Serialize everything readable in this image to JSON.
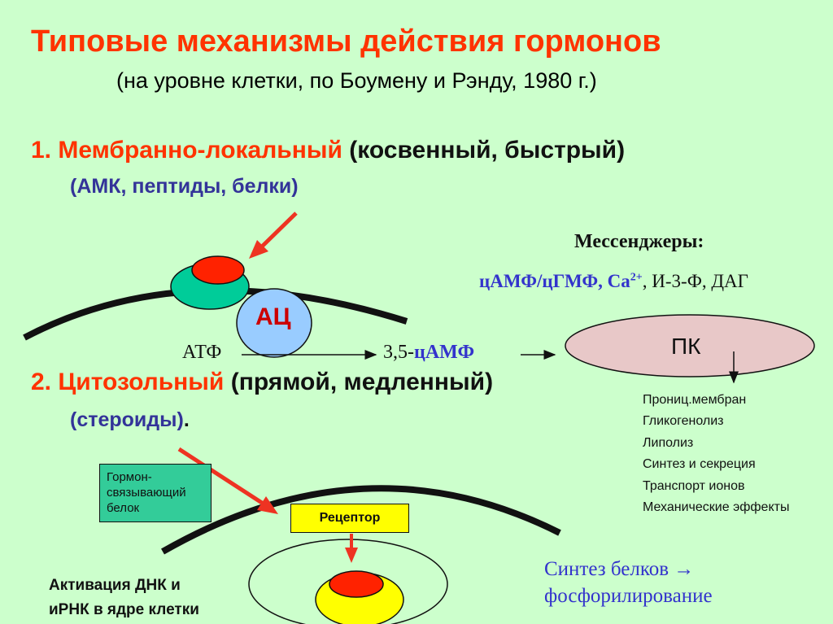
{
  "title": "Типовые механизмы действия гормонов",
  "subtitle": "(на уровне клетки, по Боумену и Рэнду, 1980 г.)",
  "section1": {
    "number_name": "1. Мембранно-локальный",
    "qualifier": "(косвенный, быстрый)",
    "examples": "(АМК, пептиды, белки)"
  },
  "section2": {
    "number_name": "2. Цитозольный",
    "qualifier": "(прямой, медленный)",
    "examples": "(стероиды)",
    "examples_tail": "."
  },
  "messengers": {
    "title": "Мессенджеры:",
    "camp_cgmp": "цАМФ/цГМФ, ",
    "ca": "Са",
    "ca_charge": "2+",
    "rest": ", И-3-Ф, ДАГ"
  },
  "reaction": {
    "atp": "АТФ",
    "camp_prefix": "3,5-",
    "camp": "цАМФ",
    "enzyme": "АЦ",
    "kinase": "ПК"
  },
  "effects": [
    "Прониц.мембран",
    "Гликогенолиз",
    "Липолиз",
    "Синтез и секреция",
    "Транспорт ионов",
    "Механические эффекты"
  ],
  "binding_protein": "Гормон-связывающий белок",
  "receptor": "Рецептор",
  "dna_activation": [
    "Активация ДНК и",
    "иРНК в ядре клетки"
  ],
  "protein_synthesis": [
    "Синтез белков →",
    "фосфорилирование"
  ],
  "colors": {
    "background": "#ccffcc",
    "accent_red": "#ff3300",
    "blue_text": "#333399",
    "hormone": "#ff2200",
    "receptor_teal": "#00cc99",
    "enzyme_blue": "#99ccff",
    "kinase_pink": "#e8c8c8",
    "nucleus_yellow": "#ffff00"
  }
}
